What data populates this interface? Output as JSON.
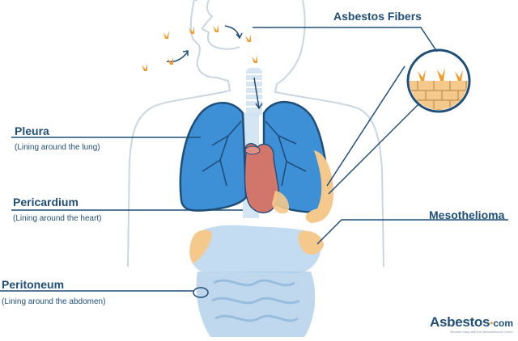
{
  "labels": {
    "asbestos_fibers": "Asbestos Fibers",
    "pleura": "Pleura",
    "pleura_desc": "(Lining around the lung)",
    "pericardium": "Pericardium",
    "pericardium_desc": "(Lining around the heart)",
    "peritoneum": "Peritoneum",
    "peritoneum_desc": "(Lining around the abdomen)",
    "mesothelioma": "Mesothelioma"
  },
  "brand": {
    "name": "Asbestos",
    "dot": "•",
    "tld": "com",
    "tagline": "Breathe easy with the Mesothelioma Center"
  },
  "colors": {
    "body_outline": "#c9d6e2",
    "lung_fill": "#3d8fd6",
    "lung_stroke": "#1f4e79",
    "heart_fill": "#d2756b",
    "tumor": "#f5c98c",
    "organs": "#b9d6ee",
    "label_text": "#1f4e79",
    "leader_line": "#1f4e79",
    "fiber": "#f39c2a"
  }
}
